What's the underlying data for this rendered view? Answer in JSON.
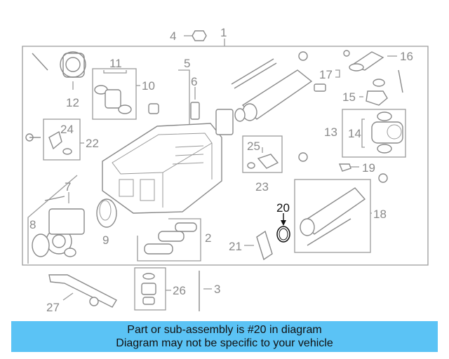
{
  "diagram": {
    "labels": [
      "1",
      "2",
      "3",
      "4",
      "5",
      "6",
      "7",
      "8",
      "9",
      "10",
      "11",
      "12",
      "13",
      "14",
      "15",
      "16",
      "17",
      "18",
      "19",
      "20",
      "21",
      "22",
      "23",
      "24",
      "25",
      "26",
      "27"
    ],
    "highlight": "20"
  },
  "banner": {
    "line1": "Part or sub-assembly is #20 in diagram",
    "line2": "Diagram may not be specific to your vehicle"
  },
  "colors": {
    "banner_bg": "#5bc3f5",
    "line": "#9a9a9a",
    "highlight_text": "#111111"
  }
}
